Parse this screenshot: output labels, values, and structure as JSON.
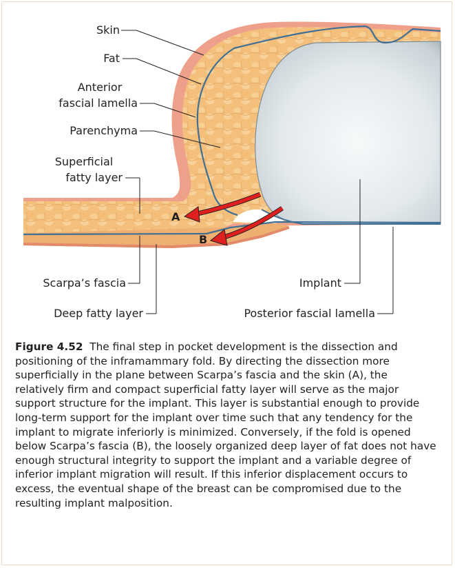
{
  "labels": {
    "skin": "Skin",
    "fat": "Fat",
    "anterior_fascial_lamella_line1": "Anterior",
    "anterior_fascial_lamella_line2": "fascial lamella",
    "parenchyma": "Parenchyma",
    "superficial_fatty_layer_line1": "Superficial",
    "superficial_fatty_layer_line2": "fatty layer",
    "scarpas_fascia": "Scarpa’s fascia",
    "deep_fatty_layer": "Deep fatty layer",
    "implant": "Implant",
    "posterior_fascial_lamella": "Posterior fascial lamella",
    "arrow_a": "A",
    "arrow_b": "B"
  },
  "caption": {
    "figure_number": "Figure 4.52",
    "text": "The final step in pocket development is the dissection and positioning of the inframammary fold. By directing the dissection more superficially in the plane between Scarpa’s fascia and the skin (A), the relatively firm and compact superficial fatty layer will serve as the major support structure for the implant. This layer is substantial enough to provide long-term support for the implant over time such that any tendency for the implant to migrate inferiorly is minimized. Conversely, if the fold is opened below Scarpa’s fascia (B), the loosely organized deep layer of fat does not have enough structural integrity to support the implant and a variable degree of inferior implant migration will result. If this inferior displacement occurs to excess, the eventual shape of the breast can be compromised due to the resulting implant malposition."
  },
  "colors": {
    "skin": "#e8927a",
    "fat": "#f3c07c",
    "fascia": "#3f6f95",
    "implant": "#dfe6ea",
    "arrow": "#e0201f",
    "frame": "#f0dcc8"
  }
}
